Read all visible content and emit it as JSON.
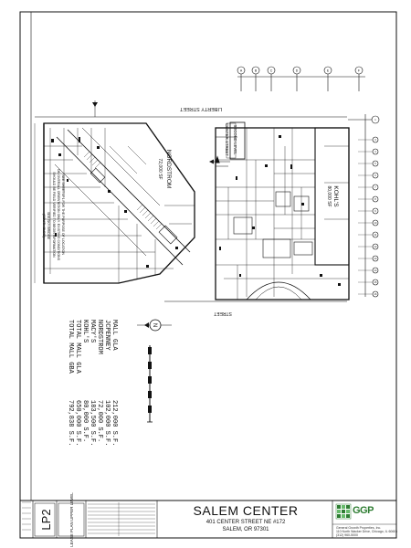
{
  "sheet": {
    "project_name": "SALEM CENTER",
    "address_line1": "401 CENTER STREET NE #172",
    "address_line2": "SALEM, OR   97301",
    "sheet_number": "LP2",
    "sheet_title": "LEASE PLAN UPPER LEVEL",
    "logo_text": "GGP",
    "company_lines": [
      "General Growth Properties, Inc.",
      "110 North Wacker Drive, Chicago, IL 60606",
      "(312) 960-5000"
    ]
  },
  "plan": {
    "streets": {
      "liberty": "LIBERTY STREET",
      "center": "CENTER STREET",
      "second_level": "SECOND LEVEL",
      "bottom": "STREET"
    },
    "anchors": {
      "nordstrom_name": "NORDSTROM",
      "nordstrom_sf": "72,000 SF",
      "kohls_name": "KOHL'S",
      "kohls_sf": "80,000 SF"
    },
    "note_lines": [
      "SEE SHEET LP1 FOR THE PURPOSE OF LOCATION",
      "ON OVERALL ORIENTATION ONLY. EXISTING CONDITIONS",
      "SHOULD BE FIELD VERIFIED TO BEGIN INFORMATION",
      "SEE SKY BRIDGE",
      "(SOUTH BLDG)"
    ]
  },
  "area_summary": {
    "rows": [
      {
        "label": "MALL GLA",
        "value": "212,000 S.F."
      },
      {
        "label": "JCPENNEY",
        "value": "102,000 S.F."
      },
      {
        "label": "NORDSTROM",
        "value": "72,000 S.F."
      },
      {
        "label": "MACY'S",
        "value": "183,500 S.F."
      },
      {
        "label": "KOHL'S",
        "value": "80,000 S.F."
      },
      {
        "label": "TOTAL MALL GLA",
        "value": "650,000 S.F."
      },
      {
        "label": "TOTAL MALL GBA",
        "value": "792,838 S.F."
      }
    ]
  },
  "north_arrow": {
    "label": "N"
  },
  "grid_numbers": [
    "1",
    "2",
    "3",
    "4",
    "5",
    "6",
    "7",
    "8",
    "9",
    "10",
    "11",
    "12",
    "13",
    "14",
    "15",
    "16"
  ],
  "grid_letters": [
    "A",
    "B",
    "C",
    "D",
    "E",
    "F"
  ]
}
